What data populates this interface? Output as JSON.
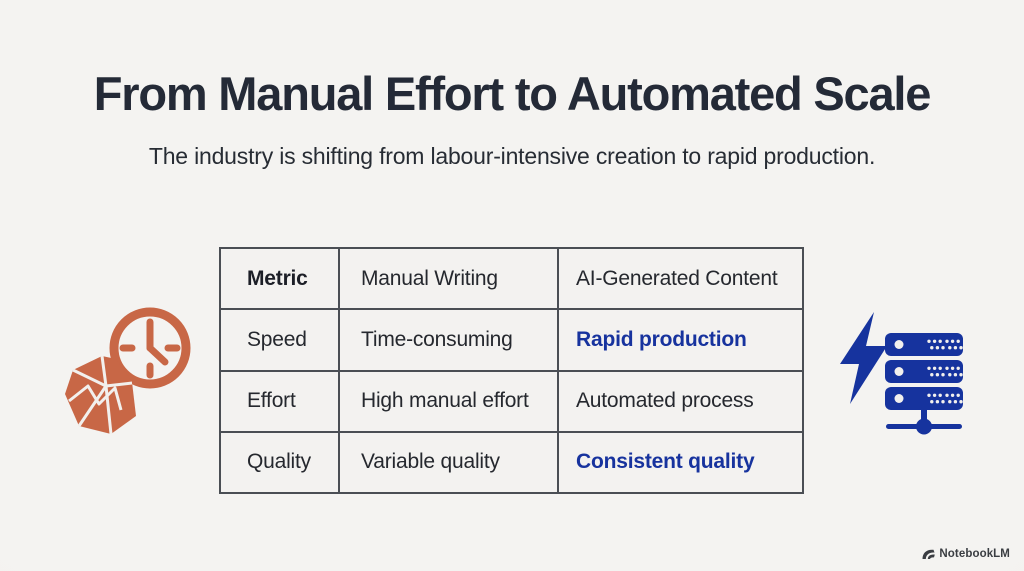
{
  "slide": {
    "title": "From Manual Effort to Automated Scale",
    "subtitle": "The industry is shifting from labour-intensive creation to rapid production."
  },
  "table": {
    "headers": [
      "Metric",
      "Manual Writing",
      "AI-Generated Content"
    ],
    "rows": [
      {
        "metric": "Speed",
        "manual": "Time-consuming",
        "ai": "Rapid production",
        "ai_highlighted": true
      },
      {
        "metric": "Effort",
        "manual": "High manual effort",
        "ai": "Automated process",
        "ai_highlighted": false
      },
      {
        "metric": "Quality",
        "manual": "Variable quality",
        "ai": "Consistent quality",
        "ai_highlighted": true
      }
    ]
  },
  "icons": {
    "left": "crumpled-paper-with-clock",
    "right": "lightning-bolt-with-server-stack"
  },
  "colors": {
    "background": "#f2f1ef",
    "title_text": "#242a37",
    "accent_blue": "#17339e",
    "icon_orange": "#c86746",
    "icon_blue": "#16339e",
    "table_border": "#4a4e54"
  },
  "watermark": {
    "label": "NotebookLM"
  }
}
